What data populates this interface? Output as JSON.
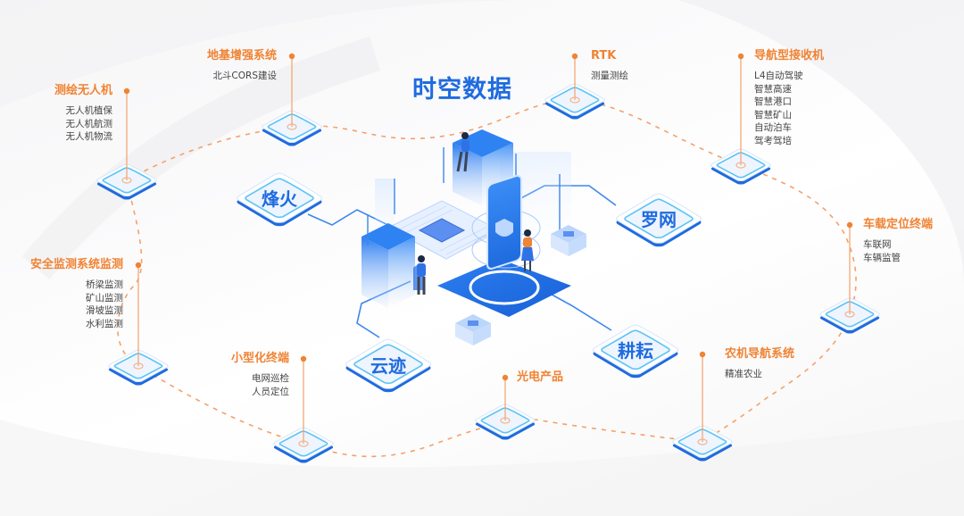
{
  "title": "时空数据",
  "colors": {
    "accent_blue": "#1f6bdf",
    "orange": "#f08334",
    "tile_light": "#eef5ff",
    "tile_ring": "#5cc3f5",
    "tile_edge": "#1f6bdf"
  },
  "nodes": [
    {
      "id": "survey-drone",
      "title": "测绘无人机",
      "items": [
        "无人机植保",
        "无人机航测",
        "无人机物流"
      ]
    },
    {
      "id": "ground-augmentation",
      "title": "地基增强系统",
      "items": [
        "北斗CORS建设"
      ]
    },
    {
      "id": "rtk",
      "title": "RTK",
      "items": [
        "测量测绘"
      ]
    },
    {
      "id": "nav-receiver",
      "title": "导航型接收机",
      "items": [
        "L4自动驾驶",
        "智慧高速",
        "智慧港口",
        "智慧矿山",
        "自动泊车",
        "驾考驾培"
      ]
    },
    {
      "id": "vehicle-terminal",
      "title": "车载定位终端",
      "items": [
        "车联网",
        "车辆监管"
      ]
    },
    {
      "id": "safety-monitoring",
      "title": "安全监测系统监测",
      "items": [
        "桥梁监测",
        "矿山监测",
        "滑坡监测",
        "水利监测"
      ]
    },
    {
      "id": "mini-terminal",
      "title": "小型化终端",
      "items": [
        "电网巡检",
        "人员定位"
      ]
    },
    {
      "id": "optoelectronics",
      "title": "光电产品",
      "items": []
    },
    {
      "id": "agri-nav",
      "title": "农机导航系统",
      "items": [
        "精准农业"
      ]
    }
  ],
  "platforms": [
    {
      "id": "fenghuo",
      "label": "烽火"
    },
    {
      "id": "luowang",
      "label": "罗网"
    },
    {
      "id": "yunji",
      "label": "云迹"
    },
    {
      "id": "gengyun",
      "label": "耕耘"
    }
  ]
}
